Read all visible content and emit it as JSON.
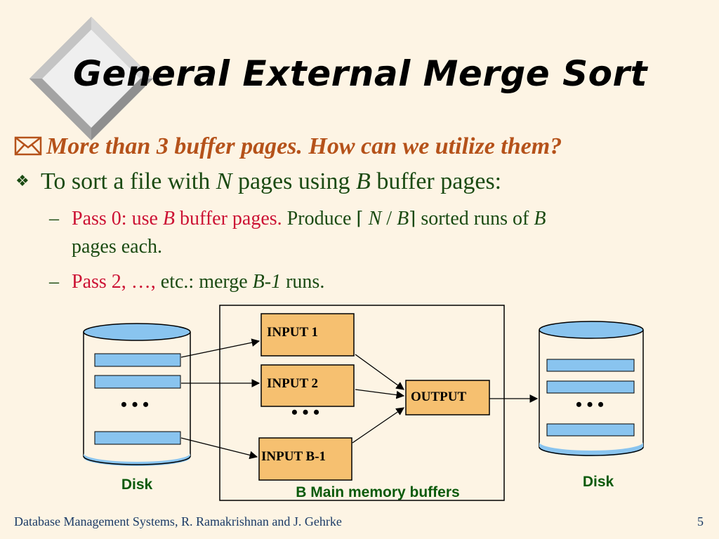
{
  "slide": {
    "title": "General External Merge Sort",
    "line1": "More than 3 buffer pages.  How can we utilize them?",
    "line2": {
      "pre": "To sort a file with ",
      "n": "N",
      "mid": " pages using ",
      "b": "B",
      "post": " buffer pages:"
    },
    "line3": {
      "red1": "Pass 0: use ",
      "b1": "B",
      "red2": " buffer pages.",
      "green1": " Produce ",
      "lceil": "⌈",
      "n": " N",
      "slash": " / ",
      "b2": "B",
      "rceil": "⌉",
      "green2": " sorted runs of ",
      "b3": "B",
      "cont": "pages each."
    },
    "line4": {
      "red1": "Pass 2, …,",
      "green1": "  etc.: merge ",
      "bm1": "B-1",
      "green2": " runs",
      "dot": "."
    }
  },
  "diagram": {
    "input1": "INPUT 1",
    "input2": "INPUT 2",
    "inputb1": "INPUT B-1",
    "output": "OUTPUT",
    "ellipsis": "• • •",
    "disk_left": "Disk",
    "disk_right": "Disk",
    "buffers_label": "B Main memory buffers",
    "colors": {
      "buffer_fill": "#f6c070",
      "page_fill": "#89c4ef",
      "label_green": "#0b5a0b"
    }
  },
  "footer": {
    "left": "Database Management Systems, R. Ramakrishnan and J. Gehrke",
    "page": "5"
  }
}
